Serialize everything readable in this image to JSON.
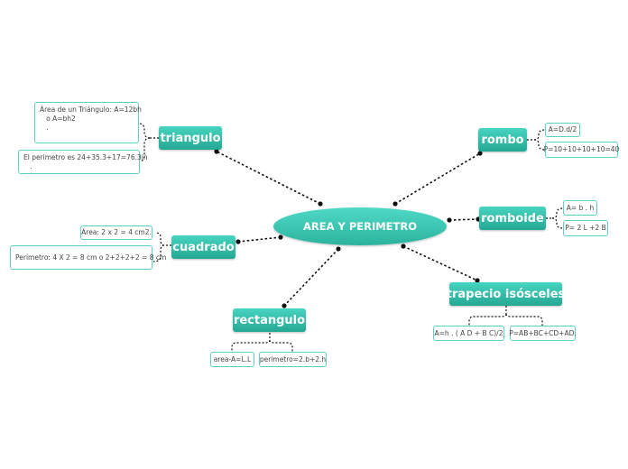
{
  "center": {
    "label": "AREA Y PERIMETRO"
  },
  "topics": {
    "triangulo": "triangulo",
    "cuadrado": "cuadrado",
    "rectangulo": "rectangulo",
    "rombo": "rombo",
    "romboide": "romboide",
    "trapecio": "trapecio isósceles"
  },
  "leaves": {
    "triangulo_area": "Área de un Triángulo: A=12bh\n   o A=bh2\n   .",
    "triangulo_perimetro": "El perimetro es 24+35.3+17=76.3in\n   .",
    "cuadrado_area": "Área: 2 x 2 = 4 cm2.",
    "cuadrado_perimetro": "Perímetro: 4 X 2 = 8 cm o 2+2+2+2 = 8 cm",
    "rectangulo_area": "area-A=L.L",
    "rectangulo_perimetro": "perimetro=2.b+2.h",
    "rombo_area": "A=D.d/2",
    "rombo_perimetro": "P=10+10+10+10=40",
    "romboide_area": "A= b . h",
    "romboide_perimetro": "P= 2 L +2 B",
    "trapecio_area": "A=h . ( A D + B C)/2",
    "trapecio_perimetro": "P=AB+BC+CD+AD."
  },
  "colors": {
    "topic_fill": "#2bb39d",
    "leaf_border": "#5ad0c2",
    "connector": "#111111"
  }
}
